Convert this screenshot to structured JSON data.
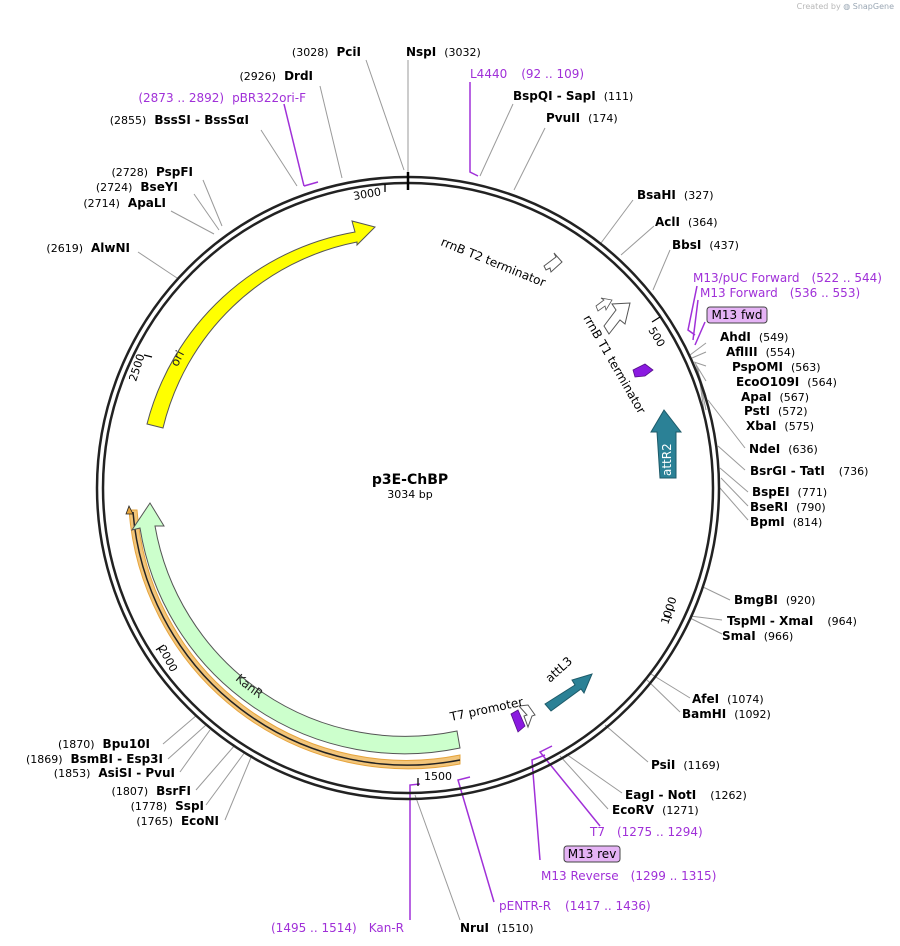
{
  "credit": {
    "prefix": "Created by",
    "brand": "SnapGene"
  },
  "plasmid": {
    "name": "p3E-ChBP",
    "length_label": "3034 bp",
    "length": 3034
  },
  "ticks": [
    "500",
    "1000",
    "1500",
    "2000",
    "2500",
    "3000"
  ],
  "features": [
    {
      "name": "ori",
      "color": "#ffff00"
    },
    {
      "name": "KanR",
      "color": "#ccffcc"
    },
    {
      "name": "attR2",
      "color": "#2b8196"
    },
    {
      "name": "attL3",
      "color": "#2b8196"
    },
    {
      "name": "rrnB T2 terminator",
      "color": "#ffffff"
    },
    {
      "name": "rrnB T1 terminator",
      "color": "#ffffff"
    },
    {
      "name": "T7 promoter",
      "color": "#ffffff"
    }
  ],
  "boxed_labels": [
    "M13 fwd",
    "M13 rev"
  ],
  "left_sites": [
    {
      "name": "PciI",
      "pos": "(3028)"
    },
    {
      "name": "DrdI",
      "pos": "(2926)"
    },
    {
      "name": "BssSI - BssSαI",
      "pos": "(2855)"
    },
    {
      "name": "PspFI",
      "pos": "(2728)"
    },
    {
      "name": "BseYI",
      "pos": "(2724)"
    },
    {
      "name": "ApaLI",
      "pos": "(2714)"
    },
    {
      "name": "AlwNI",
      "pos": "(2619)"
    },
    {
      "name": "Bpu10I",
      "pos": "(1870)"
    },
    {
      "name": "BsmBI - Esp3I",
      "pos": "(1869)"
    },
    {
      "name": "AsiSI - PvuI",
      "pos": "(1853)"
    },
    {
      "name": "BsrFI",
      "pos": "(1807)"
    },
    {
      "name": "SspI",
      "pos": "(1778)"
    },
    {
      "name": "EcoNI",
      "pos": "(1765)"
    }
  ],
  "right_sites": [
    {
      "name": "NspI",
      "pos": "(3032)"
    },
    {
      "name": "BspQI - SapI",
      "pos": "(111)"
    },
    {
      "name": "PvuII",
      "pos": "(174)"
    },
    {
      "name": "BsaHI",
      "pos": "(327)"
    },
    {
      "name": "AclI",
      "pos": "(364)"
    },
    {
      "name": "BbsI",
      "pos": "(437)"
    },
    {
      "name": "AhdI",
      "pos": "(549)"
    },
    {
      "name": "AflIII",
      "pos": "(554)"
    },
    {
      "name": "PspOMI",
      "pos": "(563)"
    },
    {
      "name": "EcoO109I",
      "pos": "(564)"
    },
    {
      "name": "ApaI",
      "pos": "(567)"
    },
    {
      "name": "PstI",
      "pos": "(572)"
    },
    {
      "name": "XbaI",
      "pos": "(575)"
    },
    {
      "name": "NdeI",
      "pos": "(636)"
    },
    {
      "name": "BsrGI - TatI",
      "pos": "(736)"
    },
    {
      "name": "BspEI",
      "pos": "(771)"
    },
    {
      "name": "BseRI",
      "pos": "(790)"
    },
    {
      "name": "BpmI",
      "pos": "(814)"
    },
    {
      "name": "BmgBI",
      "pos": "(920)"
    },
    {
      "name": "TspMI - XmaI",
      "pos": "(964)"
    },
    {
      "name": "SmaI",
      "pos": "(966)"
    },
    {
      "name": "AfeI",
      "pos": "(1074)"
    },
    {
      "name": "BamHI",
      "pos": "(1092)"
    },
    {
      "name": "PsiI",
      "pos": "(1169)"
    },
    {
      "name": "EagI - NotI",
      "pos": "(1262)"
    },
    {
      "name": "EcoRV",
      "pos": "(1271)"
    },
    {
      "name": "NruI",
      "pos": "(1510)"
    }
  ],
  "primers": [
    {
      "name": "L4440",
      "range": "(92 .. 109)"
    },
    {
      "name": "pBR322ori-F",
      "range": "(2873 .. 2892)"
    },
    {
      "name": "M13/pUC Forward",
      "range": "(522 .. 544)"
    },
    {
      "name": "M13 Forward",
      "range": "(536 .. 553)"
    },
    {
      "name": "T7",
      "range": "(1275 .. 1294)"
    },
    {
      "name": "M13 Reverse",
      "range": "(1299 .. 1315)"
    },
    {
      "name": "pENTR-R",
      "range": "(1417 .. 1436)"
    },
    {
      "name": "Kan-R",
      "range": "(1495 .. 1514)"
    }
  ],
  "colors": {
    "primer": "#a030d8",
    "backbone": "#222222",
    "leader": "#9a9a9a"
  }
}
